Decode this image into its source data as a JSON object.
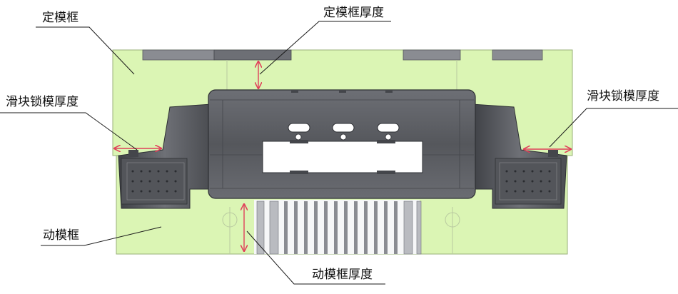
{
  "labels": {
    "fixed_frame": "定模框",
    "fixed_frame_thickness": "定模框厚度",
    "slider_lock_thickness_left": "滑块锁模厚度",
    "slider_lock_thickness_right": "滑块锁模厚度",
    "moving_frame": "动模框",
    "moving_frame_thickness": "动模框厚度"
  },
  "colors": {
    "frame_fill": "#dbf5b4",
    "frame_edge": "#9ab07a",
    "part_dark": "#5e6066",
    "part_mid": "#8a8c92",
    "part_light": "#b9bbc0",
    "dimension_arrow": "#e0405a",
    "leader": "#1a1a1a"
  }
}
